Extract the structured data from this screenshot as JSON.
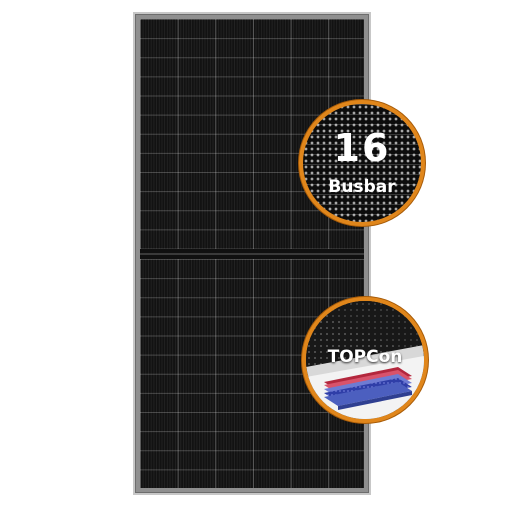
{
  "callouts": {
    "busbar": {
      "number": "16",
      "label": "Busbar"
    },
    "topcon": {
      "label": "TOPCon"
    }
  },
  "colors": {
    "accent_ring": "#e0861b",
    "panel_frame": "#8f8f8f",
    "cell": "#121212"
  }
}
